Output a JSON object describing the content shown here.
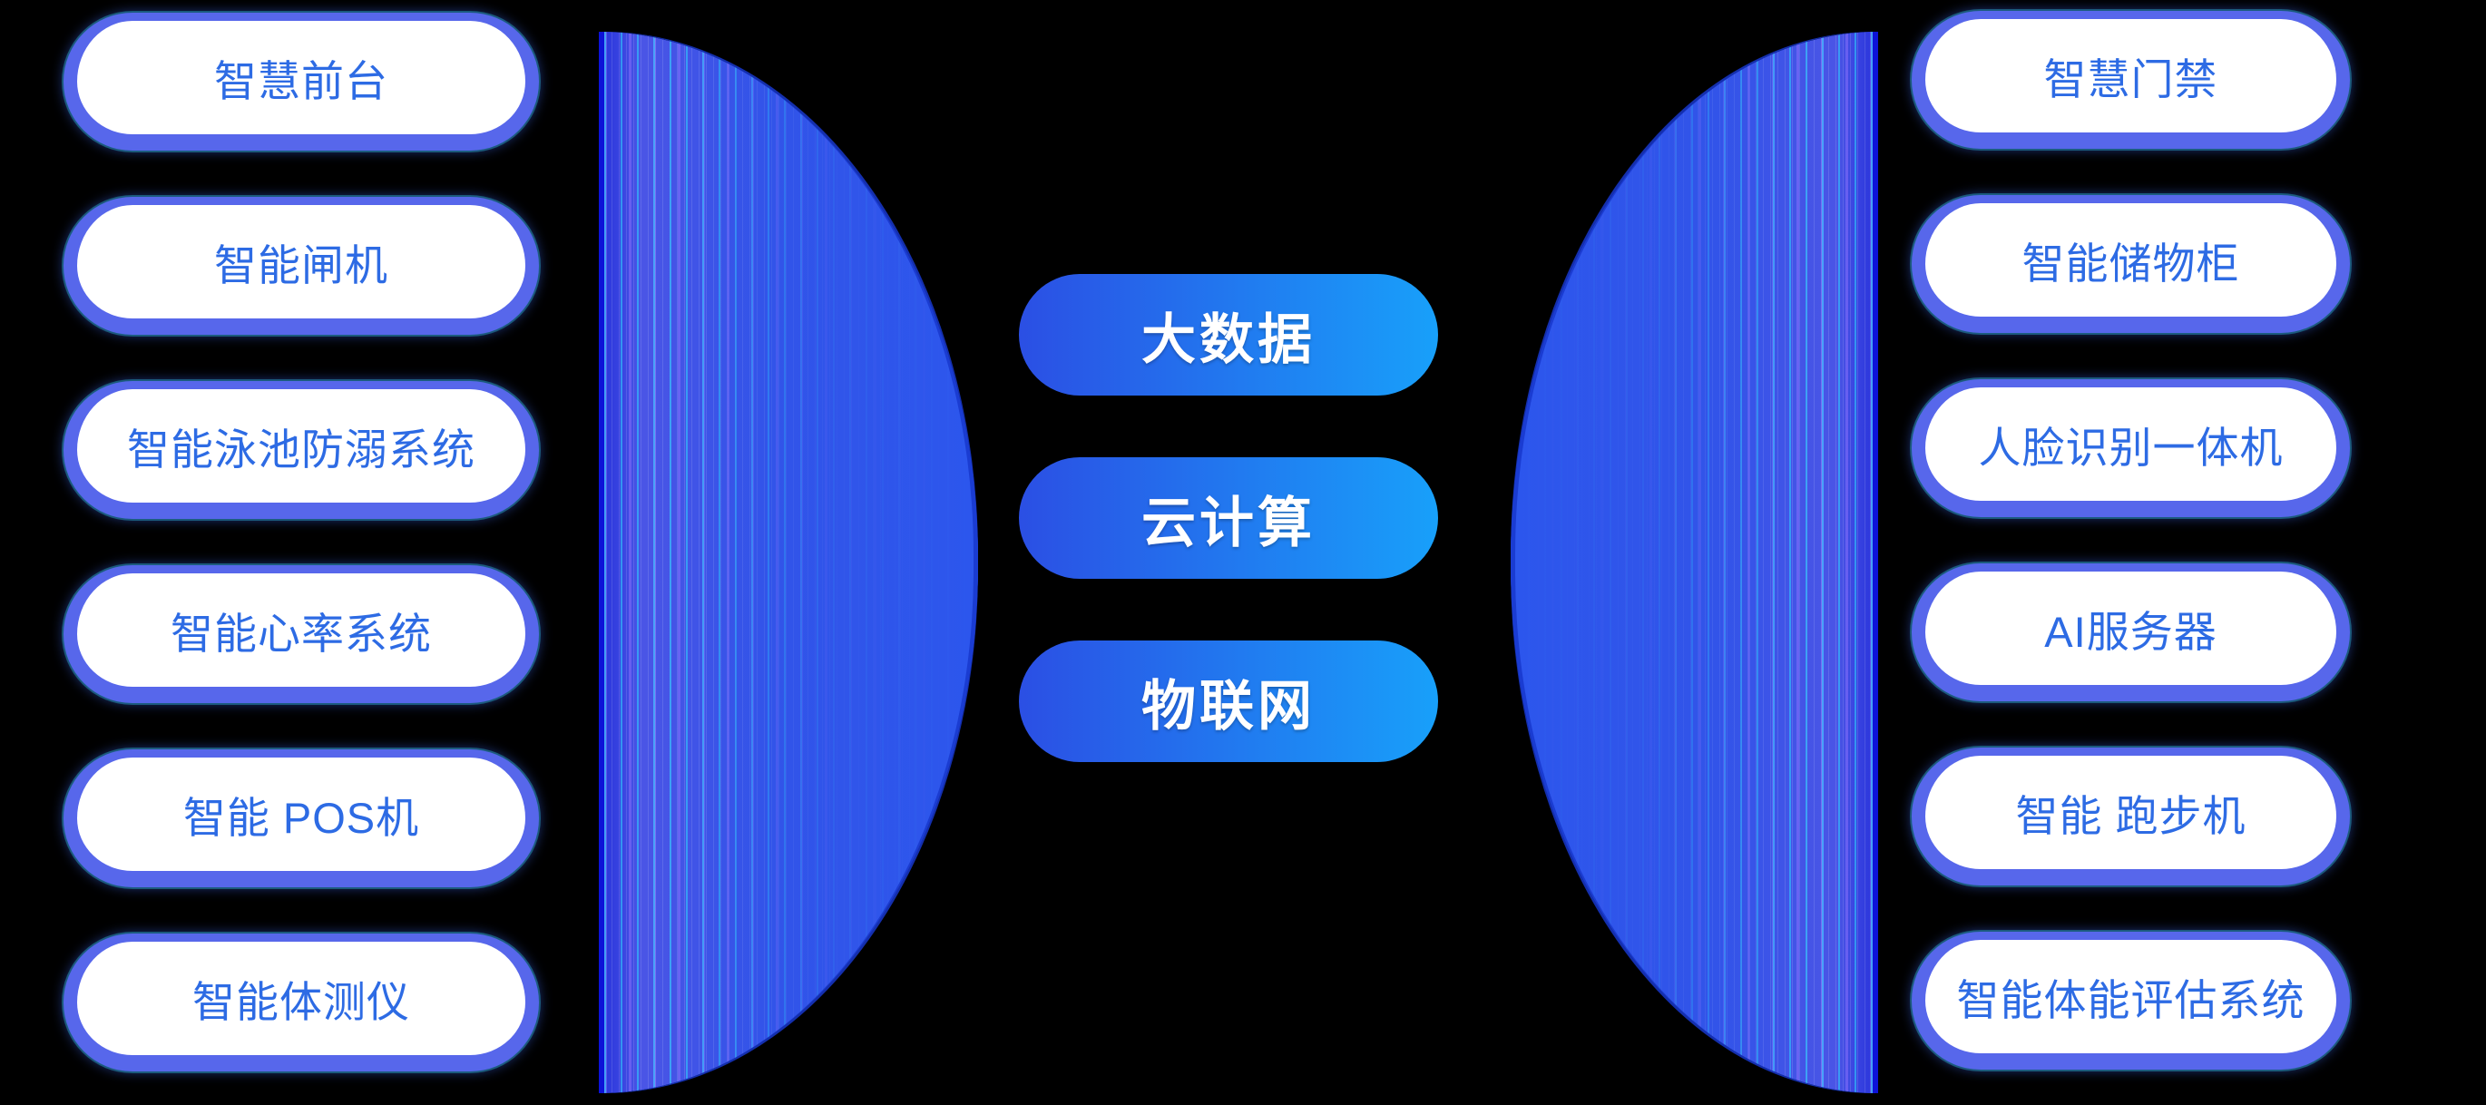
{
  "diagram": {
    "background": "#000000",
    "left_column": {
      "items": [
        {
          "label": "智慧前台"
        },
        {
          "label": "智能闸机"
        },
        {
          "label": "智能泳池防溺系统"
        },
        {
          "label": "智能心率系统"
        },
        {
          "label": "智能 POS机"
        },
        {
          "label": "智能体测仪"
        }
      ]
    },
    "center_column": {
      "items": [
        {
          "label": "大数据"
        },
        {
          "label": "云计算"
        },
        {
          "label": "物联网"
        }
      ]
    },
    "right_column": {
      "items": [
        {
          "label": "智慧门禁"
        },
        {
          "label": "智能储物柜"
        },
        {
          "label": "人脸识别一体机"
        },
        {
          "label": "AI服务器"
        },
        {
          "label": "智能 跑步机"
        },
        {
          "label": "智能体能评估系统"
        }
      ]
    },
    "colors": {
      "background": "#000000",
      "side_pill_ring": "#5767EB",
      "side_pill_fill": "#FFFFFF",
      "side_pill_text": "#2D6BE4",
      "side_pill_halo": "#35D3F7",
      "center_pill_gradient_start": "#2B4FE4",
      "center_pill_gradient_end": "#18A0FA",
      "center_pill_text": "#FFFFFF",
      "lens_fill": "#3353E8",
      "lens_edge_line": "#0D12D8"
    }
  }
}
